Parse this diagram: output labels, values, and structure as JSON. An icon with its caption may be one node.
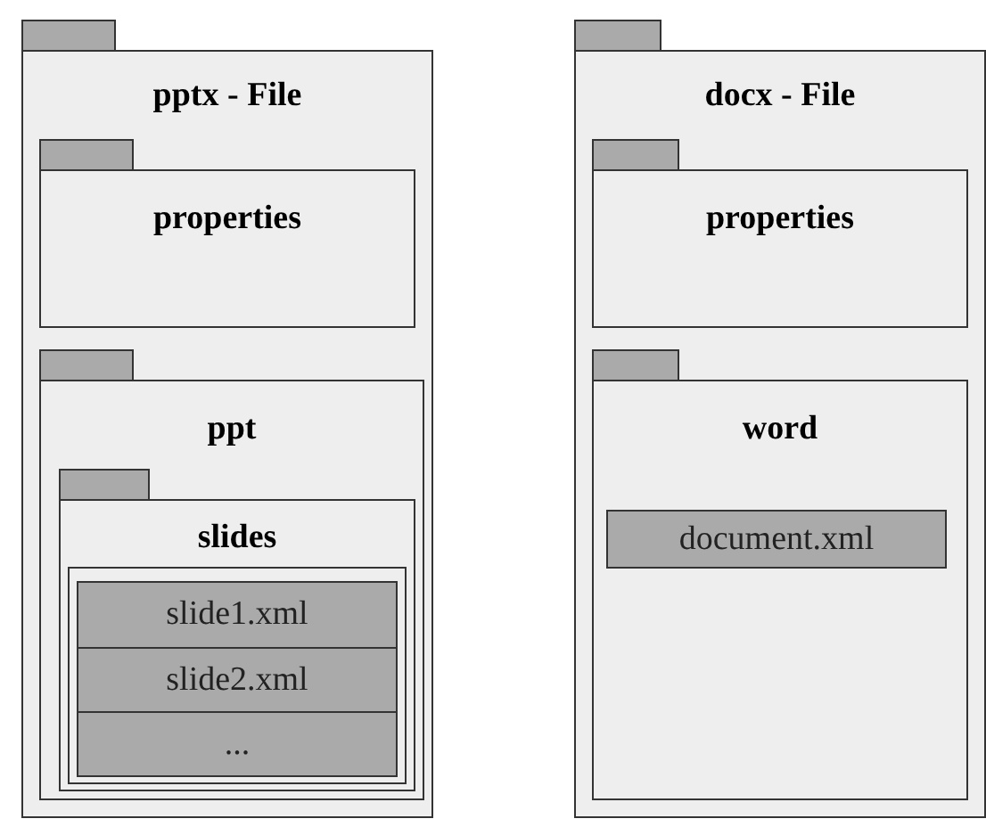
{
  "diagram": {
    "nodes": [
      {
        "text": [
          "pptx - File"
        ]
      },
      {
        "text": [
          "properties"
        ],
        "in": 0
      },
      {
        "text": [
          "ppt"
        ],
        "in": 0
      },
      {
        "text": [
          "slides"
        ],
        "in": 2
      },
      {
        "text": [
          "slide1.xml"
        ],
        "in": 3
      },
      {
        "text": [
          "slide2.xml"
        ],
        "in": 3
      },
      {
        "text": [
          "..."
        ],
        "in": 3
      },
      {
        "text": [
          "docx - File"
        ]
      },
      {
        "text": [
          "properties"
        ],
        "in": 7
      },
      {
        "text": [
          "word"
        ],
        "in": 7
      },
      {
        "text": [
          "document.xml"
        ],
        "in": 9
      }
    ]
  }
}
